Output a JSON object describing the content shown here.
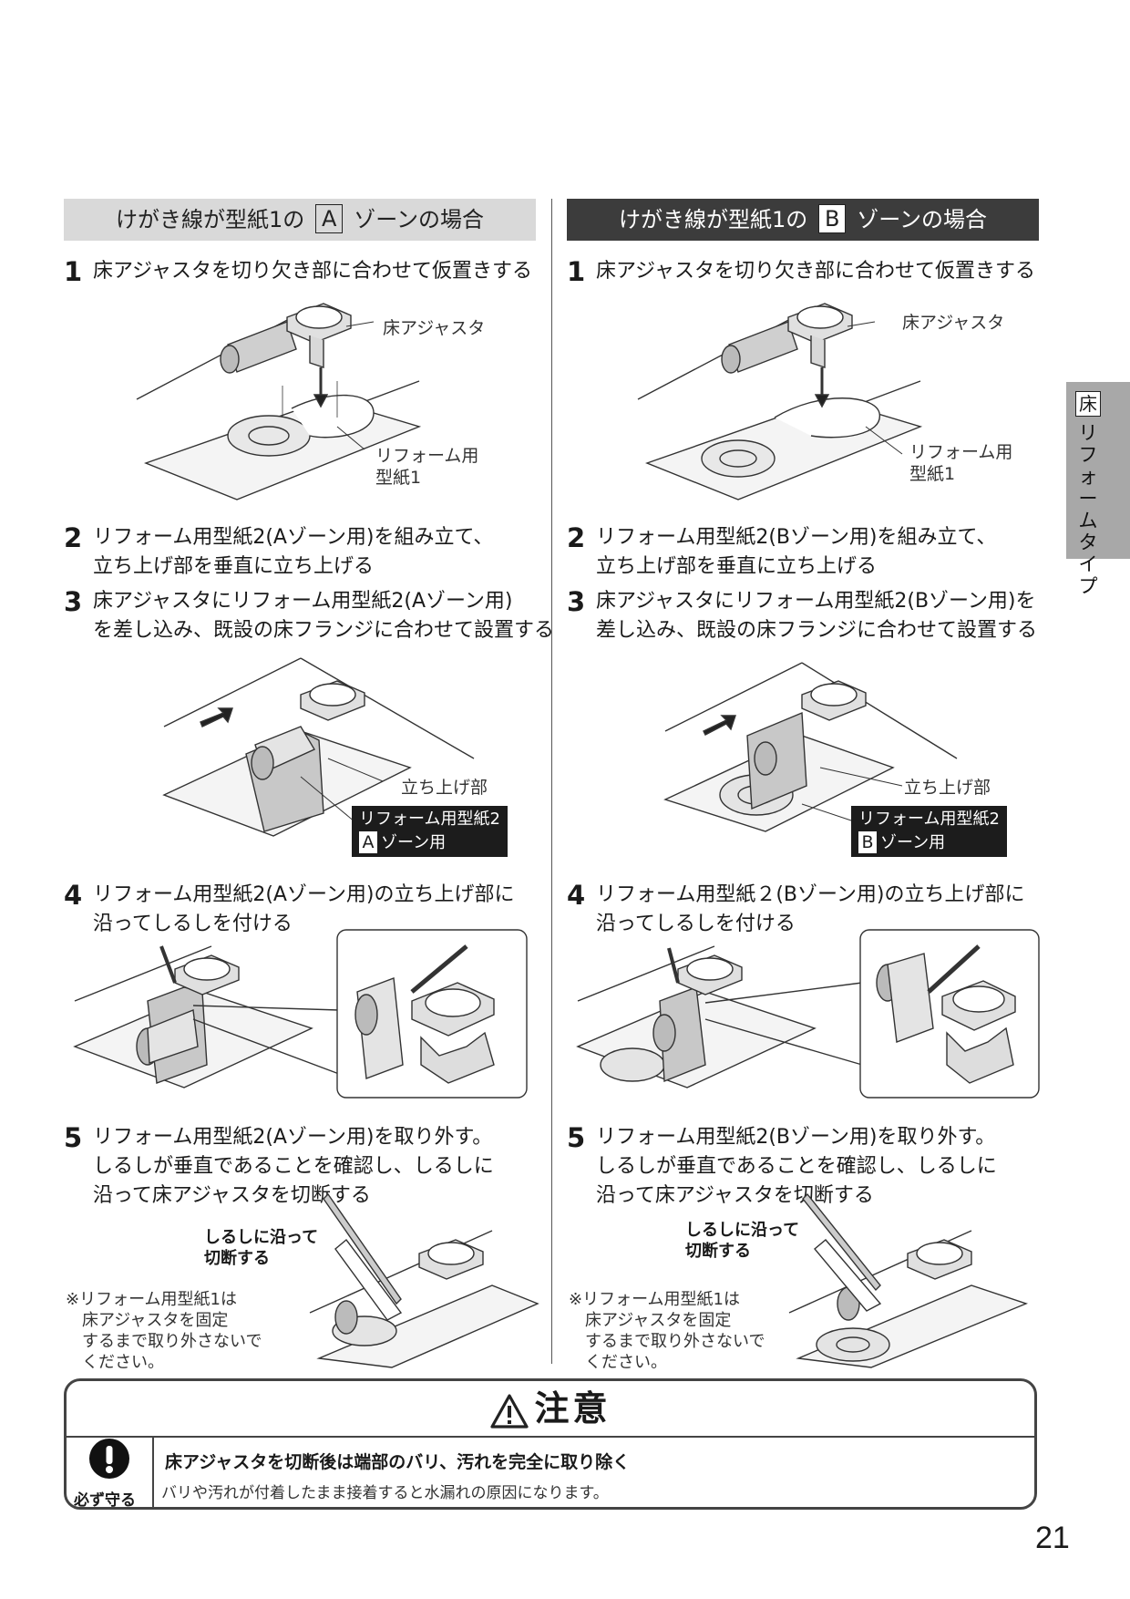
{
  "sections": {
    "a": {
      "header_pre": "けがき線が型紙1の",
      "zone": "A",
      "header_post": "ゾーンの場合",
      "steps": [
        {
          "num": "1",
          "text": "床アジャスタを切り欠き部に合わせて仮置きする"
        },
        {
          "num": "2",
          "text": "リフォーム用型紙2(Aゾーン用)を組み立て、\n立ち上げ部を垂直に立ち上げる"
        },
        {
          "num": "3",
          "text": "床アジャスタにリフォーム用型紙2(Aゾーン用)\nを差し込み、既設の床フランジに合わせて設置する"
        },
        {
          "num": "4",
          "text": "リフォーム用型紙2(Aゾーン用)の立ち上げ部に\n沿ってしるしを付ける"
        },
        {
          "num": "5",
          "text": "リフォーム用型紙2(Aゾーン用)を取り外す。\nしるしが垂直であることを確認し、しるしに\n沿って床アジャスタを切断する"
        }
      ],
      "label_adjuster": "床アジャスタ",
      "label_template1": "リフォーム用\n型紙1",
      "label_riser": "立ち上げ部",
      "label_template2": "リフォーム用型紙2",
      "label_zone_use": "ゾーン用",
      "label_cut": "しるしに沿って\n切断する",
      "note": "※リフォーム用型紙1は\n　床アジャスタを固定\n　するまで取り外さないで\n　ください。"
    },
    "b": {
      "header_pre": "けがき線が型紙1の",
      "zone": "B",
      "header_post": "ゾーンの場合",
      "steps": [
        {
          "num": "1",
          "text": "床アジャスタを切り欠き部に合わせて仮置きする"
        },
        {
          "num": "2",
          "text": "リフォーム用型紙2(Bゾーン用)を組み立て、\n立ち上げ部を垂直に立ち上げる"
        },
        {
          "num": "3",
          "text": "床アジャスタにリフォーム用型紙2(Bゾーン用)を\n差し込み、既設の床フランジに合わせて設置する"
        },
        {
          "num": "4",
          "text": "リフォーム用型紙２(Bゾーン用)の立ち上げ部に\n沿ってしるしを付ける"
        },
        {
          "num": "5",
          "text": "リフォーム用型紙2(Bゾーン用)を取り外す。\nしるしが垂直であることを確認し、しるしに\n沿って床アジャスタを切断する"
        }
      ],
      "label_adjuster": "床アジャスタ",
      "label_template1": "リフォーム用\n型紙1",
      "label_riser": "立ち上げ部",
      "label_template2": "リフォーム用型紙2",
      "label_zone_use": "ゾーン用",
      "label_cut": "しるしに沿って\n切断する",
      "note": "※リフォーム用型紙1は\n　床アジャスタを固定\n　するまで取り外さないで\n　ください。"
    }
  },
  "side_tab": {
    "kanji": "床",
    "text": "リフォームタイプ"
  },
  "caution": {
    "title": "注意",
    "must_label": "必ず守る",
    "main": "床アジャスタを切断後は端部のバリ、汚れを完全に取り除く",
    "sub": "バリや汚れが付着したまま接着すると水漏れの原因になります。"
  },
  "page_number": "21"
}
